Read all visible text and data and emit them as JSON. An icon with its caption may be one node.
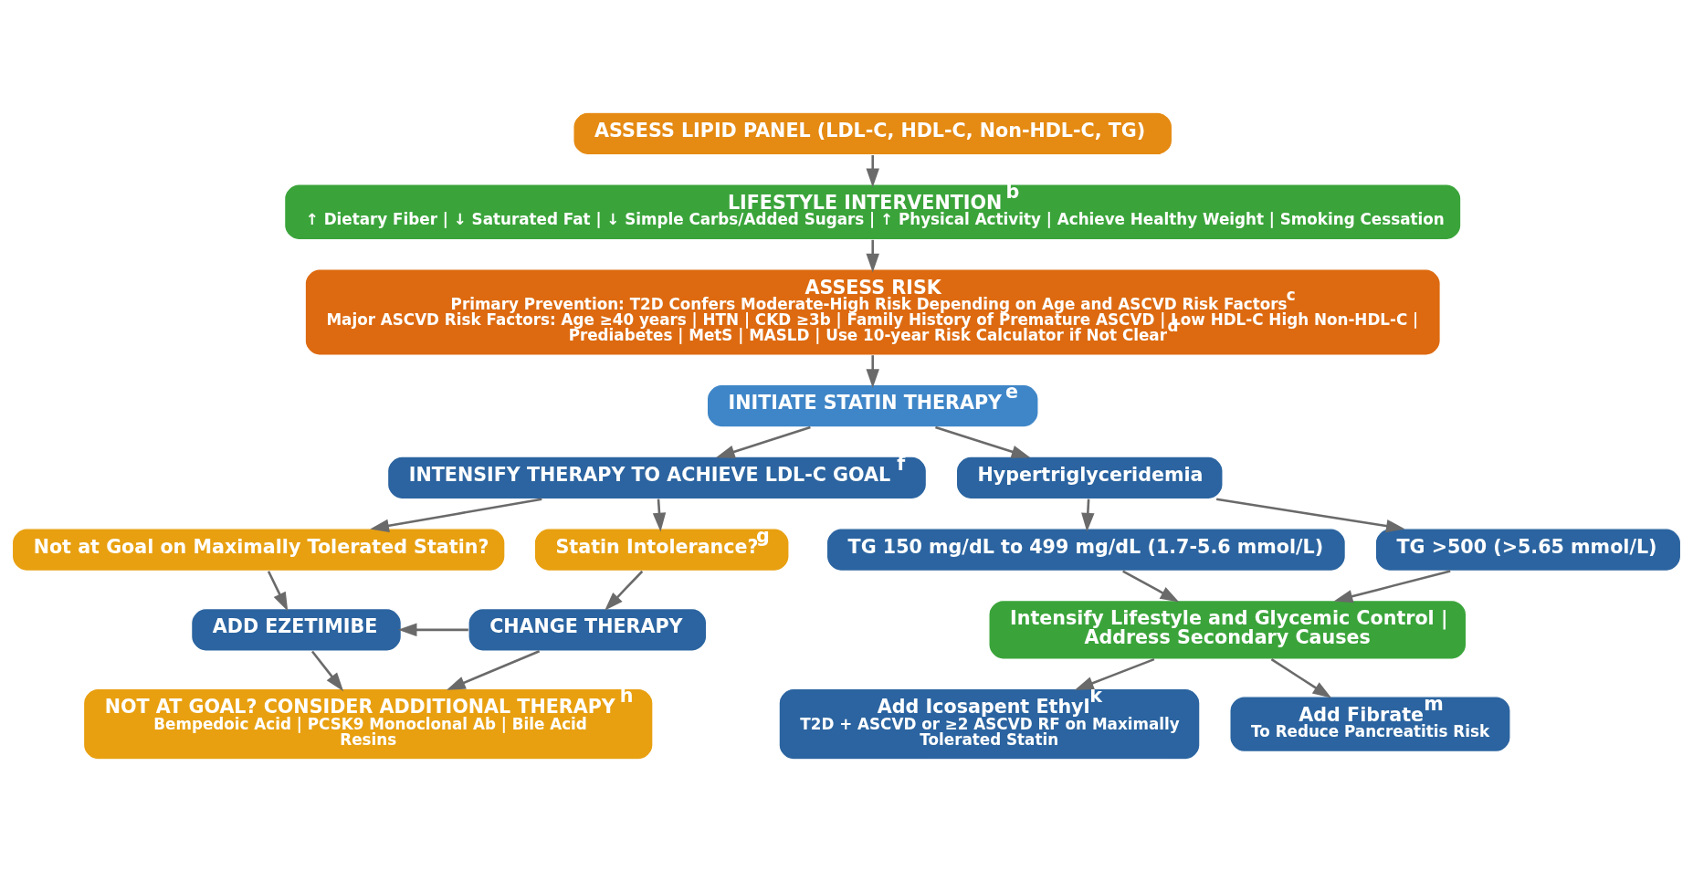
{
  "diagram": {
    "nodes": [
      {
        "text": [
          "ASSESS LIPID PANEL (LDL-C, HDL-C, Non-HDL-C, TG)"
        ]
      },
      {
        "text": [
          "LIFESTYLE INTERVENTION$^{b}$",
          "↑ Dietary Fiber | ↓ Saturated Fat | ↓ Simple Carbs/Added Sugars | ↑ Physical Activity | Achieve Healthy Weight | Smoking Cessation"
        ]
      },
      {
        "text": [
          "ASSESS RISK",
          "Primary Prevention: T2D Confers Moderate-High Risk Depending on Age and ASCVD Risk Factors$^{c}$",
          "Major ASCVD Risk Factors: Age ≥40 years | HTN | CKD ≥3b | Family History of Premature ASCVD | Low HDL-C High Non-HDL-C | Prediabetes | MetS | MASLD | Use 10-year Risk Calculator if Not Clear$^{d}$"
        ]
      },
      {
        "text": [
          "INITIATE STATIN THERAPY$^{e}$"
        ]
      },
      {
        "text": [
          "INTENSIFY THERAPY TO ACHIEVE LDL-C GOAL$^{f}$"
        ]
      },
      {
        "text": [
          "Hypertriglyceridemia"
        ]
      },
      {
        "text": [
          "Not at Goal on Maximally Tolerated Statin?"
        ]
      },
      {
        "text": [
          "Statin Intolerance?$^{g}$"
        ]
      },
      {
        "text": [
          "TG 150 mg/dL to 499 mg/dL (1.7-5.6 mmol/L)"
        ]
      },
      {
        "text": [
          "TG >500 (>5.65 mmol/L)"
        ]
      },
      {
        "text": [
          "ADD EZETIMIBE"
        ]
      },
      {
        "text": [
          "CHANGE THERAPY"
        ]
      },
      {
        "text": [
          "Intensify Lifestyle and Glycemic Control | Address Secondary Causes"
        ]
      },
      {
        "text": [
          "NOT AT GOAL? CONSIDER ADDITIONAL THERAPY$^{h}$",
          "Bempedoic Acid | PCSK9 Monoclonal Ab | Bile Acid Resins"
        ]
      },
      {
        "text": [
          "Add Icosapent Ethyl$^{k}$",
          "T2D + ASCVD or ≥2 ASCVD RF on Maximally Tolerated Statin"
        ]
      },
      {
        "text": [
          "Add Fibrate$^{m}$",
          "To Reduce Pancreatitis Risk"
        ]
      }
    ],
    "edges": [
      {
        "from": 0,
        "to": 1,
        "arrow": "to"
      },
      {
        "from": 1,
        "to": 2,
        "arrow": "to"
      },
      {
        "from": 2,
        "to": 3,
        "arrow": "to"
      },
      {
        "from": 3,
        "to": 4,
        "arrow": "to"
      },
      {
        "from": 3,
        "to": 5,
        "arrow": "to"
      },
      {
        "from": 4,
        "to": 6,
        "arrow": "to"
      },
      {
        "from": 4,
        "to": 7,
        "arrow": "to"
      },
      {
        "from": 6,
        "to": 10,
        "arrow": "to"
      },
      {
        "from": 7,
        "to": 11,
        "arrow": "to"
      },
      {
        "from": 11,
        "to": 10,
        "arrow": "to"
      },
      {
        "from": 10,
        "to": 13,
        "arrow": "to"
      },
      {
        "from": 11,
        "to": 13,
        "arrow": "to"
      },
      {
        "from": 5,
        "to": 8,
        "arrow": "to"
      },
      {
        "from": 5,
        "to": 9,
        "arrow": "to"
      },
      {
        "from": 8,
        "to": 12,
        "arrow": "to"
      },
      {
        "from": 9,
        "to": 12,
        "arrow": "to"
      },
      {
        "from": 12,
        "to": 14,
        "arrow": "to"
      },
      {
        "from": 12,
        "to": 15,
        "arrow": "to"
      }
    ]
  }
}
